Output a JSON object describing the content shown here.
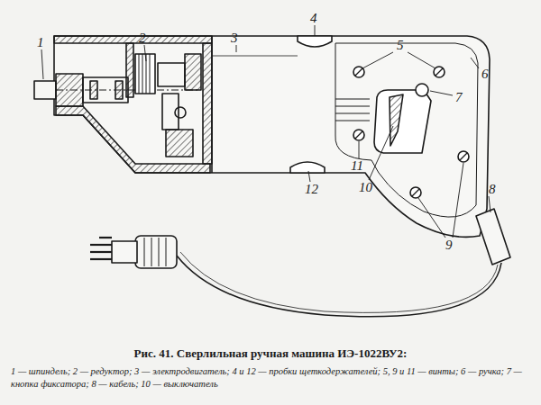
{
  "diagram": {
    "caption": "Рис. 41. Сверлильная ручная машина ИЭ-1022ВУ2:",
    "labels": [
      "1",
      "2",
      "3",
      "4",
      "5",
      "6",
      "7",
      "8",
      "9",
      "10",
      "11",
      "12",
      "1 — шпиндель; 2 — редуктор; 3 — электродвигатель; 4 и 12 — пробки щеткодержателей; 5, 9 и 11 — винты; 6 — ручка; 7 — кнопка фиксатора; 8 — кабель; 10 — выключатель"
    ]
  }
}
